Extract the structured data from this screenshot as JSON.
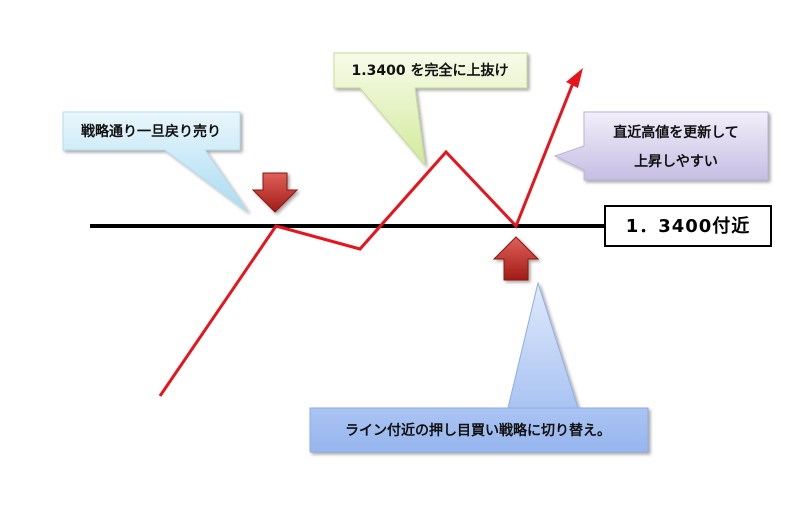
{
  "callouts": {
    "pullback_sell": "戦略通り一旦戻り売り",
    "breakout": "1.3400 を完全に上抜け",
    "new_high_line1": "直近高値を更新して",
    "new_high_line2": "上昇しやすい",
    "buy_switch": "ライン付近の押し目買い戦略に切り替え。"
  },
  "level_label": "1．3400付近",
  "colors": {
    "price_line": "#e8141c",
    "level_line": "#000000",
    "arrow": "#c9302c",
    "callout_blue": "#cfeaf7",
    "callout_green": "#e6f4c4",
    "callout_purple": "#ddd8ee",
    "callout_light_blue": "#b9cff5"
  },
  "icons": {
    "sell_arrow": "down-arrow-icon",
    "buy_arrow": "up-arrow-icon"
  }
}
